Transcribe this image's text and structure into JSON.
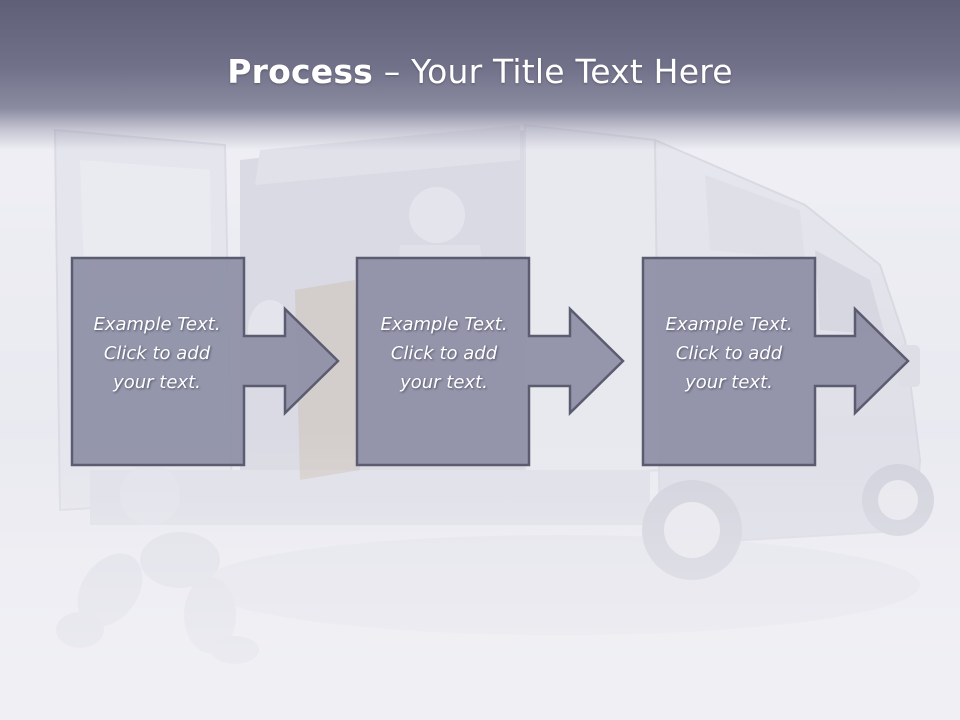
{
  "slide": {
    "title_bold": "Process",
    "title_rest": " – Your Title Text Here"
  },
  "steps": [
    {
      "line1": "Example Text.",
      "line2": "Click  to add",
      "line3": "your text."
    },
    {
      "line1": "Example Text.",
      "line2": "Click  to add",
      "line3": "your text."
    },
    {
      "line1": "Example Text.",
      "line2": "Click  to add",
      "line3": "your text."
    }
  ],
  "colors": {
    "title_band": "#6b6b84",
    "step_fill": "#8e8fa6",
    "step_border": "#5c5c70",
    "text": "#ffffff"
  },
  "icons": [
    "arrow-right-icon"
  ]
}
